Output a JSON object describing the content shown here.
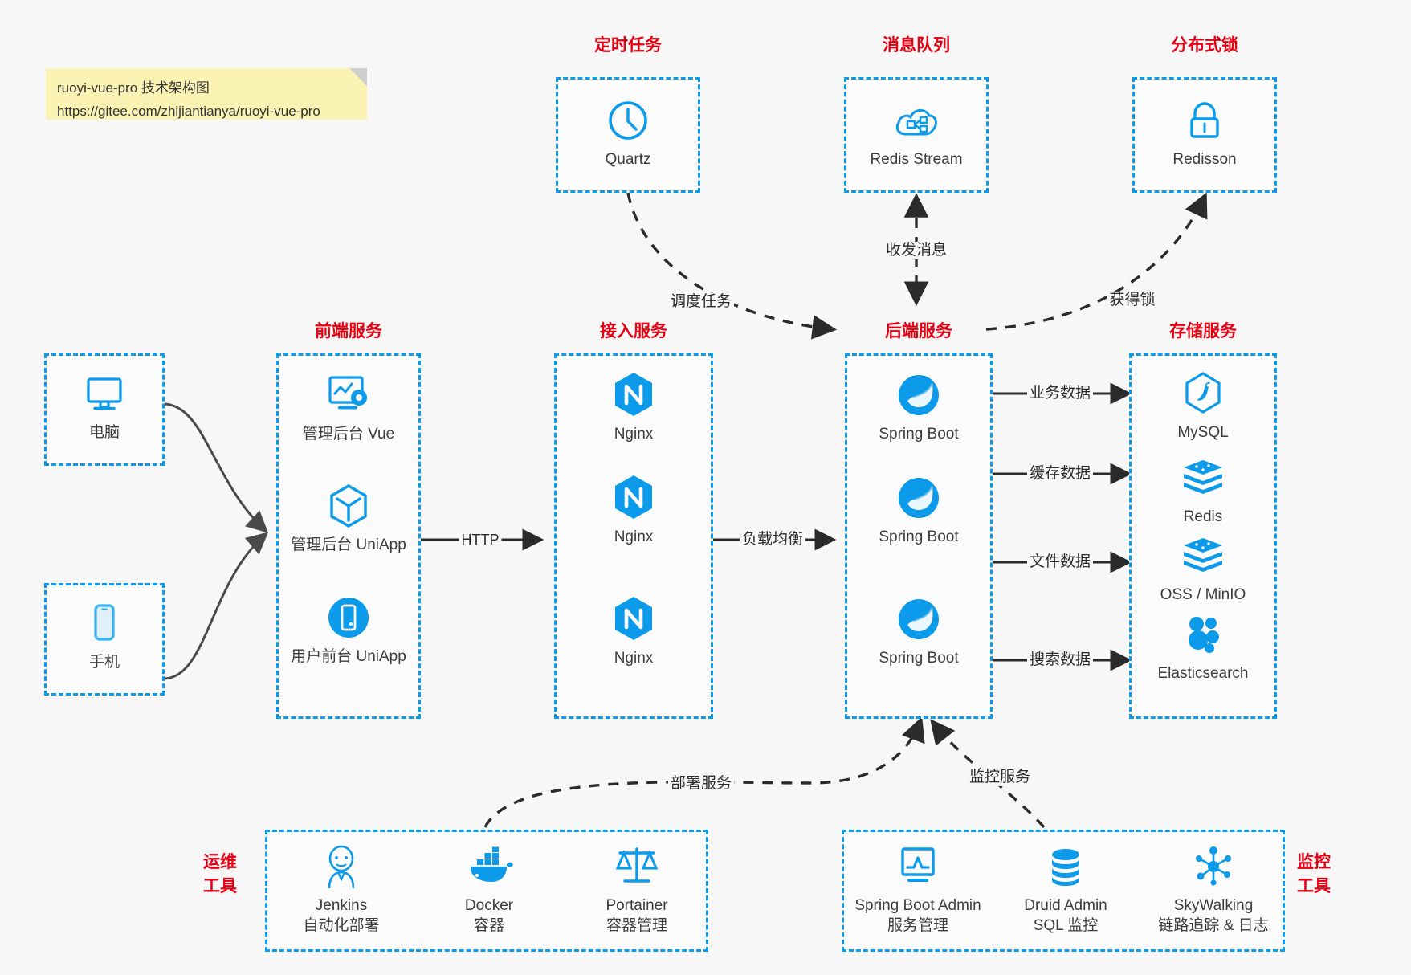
{
  "note": {
    "line1": "ruoyi-vue-pro 技术架构图",
    "line2": "https://gitee.com/zhijiantianya/ruoyi-vue-pro"
  },
  "colors": {
    "box_border": "#0c9aeb",
    "caption": "#e60012",
    "icon": "#0c9aeb",
    "background": "#f7f7f7",
    "note": "#fbf3b4",
    "arrow": "#2b2b2b"
  },
  "groups": {
    "scheduler": {
      "caption": "定时任务",
      "nodes": [
        {
          "label": "Quartz",
          "icon": "clock-icon"
        }
      ]
    },
    "mq": {
      "caption": "消息队列",
      "nodes": [
        {
          "label": "Redis Stream",
          "icon": "cloud-stream-icon"
        }
      ]
    },
    "lock": {
      "caption": "分布式锁",
      "nodes": [
        {
          "label": "Redisson",
          "icon": "lock-icon"
        }
      ]
    },
    "devices": {
      "nodes": [
        {
          "label": "电脑",
          "icon": "desktop-icon"
        },
        {
          "label": "手机",
          "icon": "phone-icon"
        }
      ]
    },
    "frontend": {
      "caption": "前端服务",
      "nodes": [
        {
          "label": "管理后台 Vue",
          "icon": "dashboard-gear-icon"
        },
        {
          "label": "管理后台 UniApp",
          "icon": "hexagon-cube-icon"
        },
        {
          "label": "用户前台 UniApp",
          "icon": "mobile-circle-icon"
        }
      ]
    },
    "gateway": {
      "caption": "接入服务",
      "nodes": [
        {
          "label": "Nginx",
          "icon": "nginx-icon"
        },
        {
          "label": "Nginx",
          "icon": "nginx-icon"
        },
        {
          "label": "Nginx",
          "icon": "nginx-icon"
        }
      ]
    },
    "backend": {
      "caption": "后端服务",
      "nodes": [
        {
          "label": "Spring Boot",
          "icon": "spring-icon"
        },
        {
          "label": "Spring Boot",
          "icon": "spring-icon"
        },
        {
          "label": "Spring Boot",
          "icon": "spring-icon"
        }
      ]
    },
    "storage": {
      "caption": "存储服务",
      "nodes": [
        {
          "label": "MySQL",
          "icon": "mysql-icon"
        },
        {
          "label": "Redis",
          "icon": "redis-icon"
        },
        {
          "label": "OSS / MinIO",
          "icon": "redis-icon"
        },
        {
          "label": "Elasticsearch",
          "icon": "elasticsearch-icon"
        }
      ]
    },
    "devops": {
      "caption_line1": "运维",
      "caption_line2": "工具",
      "nodes": [
        {
          "label": "Jenkins",
          "sub": "自动化部署",
          "icon": "jenkins-icon"
        },
        {
          "label": "Docker",
          "sub": "容器",
          "icon": "docker-icon"
        },
        {
          "label": "Portainer",
          "sub": "容器管理",
          "icon": "scales-icon"
        }
      ]
    },
    "monitor": {
      "caption_line1": "监控",
      "caption_line2": "工具",
      "nodes": [
        {
          "label": "Spring Boot Admin",
          "sub": "服务管理",
          "icon": "monitor-chart-icon"
        },
        {
          "label": "Druid Admin",
          "sub": "SQL 监控",
          "icon": "database-icon"
        },
        {
          "label": "SkyWalking",
          "sub": "链路追踪 & 日志",
          "icon": "skywalking-icon"
        }
      ]
    }
  },
  "edges": {
    "http": "HTTP",
    "load_balance": "负载均衡",
    "schedule_task": "调度任务",
    "send_receive_msg": "收发消息",
    "acquire_lock": "获得锁",
    "business_data": "业务数据",
    "cache_data": "缓存数据",
    "file_data": "文件数据",
    "search_data": "搜索数据",
    "deploy_service": "部署服务",
    "monitor_service": "监控服务"
  }
}
